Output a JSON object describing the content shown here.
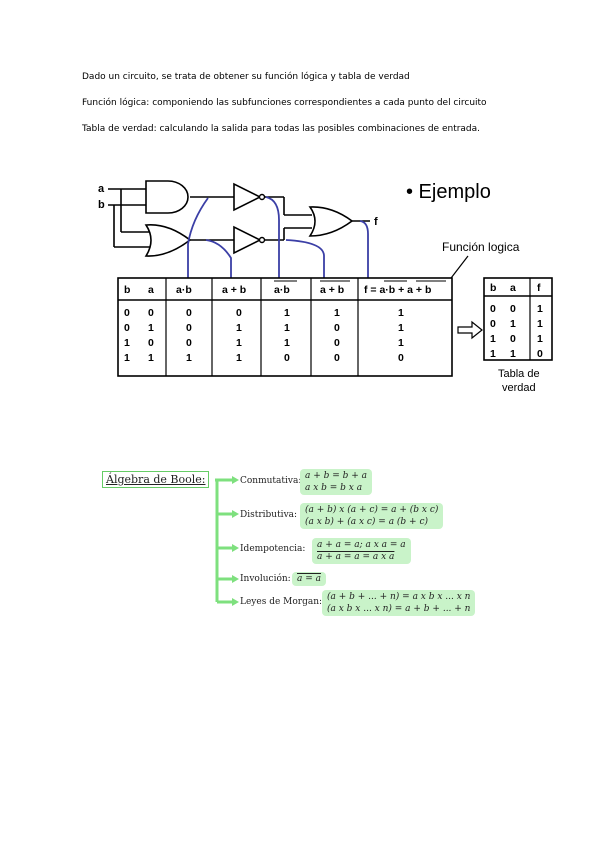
{
  "paragraphs": {
    "p1": "Dado un circuito, se trata de obtener su función lógica y tabla de verdad",
    "p2": "Función lógica: componiendo las subfunciones correspondientes a cada punto del circuito",
    "p3": "Tabla de verdad: calculando la salida para todas las posibles combinaciones de entrada."
  },
  "figure": {
    "inputs": [
      "a",
      "b"
    ],
    "output": "f",
    "ejemplo": "• Ejemplo",
    "funcion_logica": "Función logica",
    "table_headers": [
      "b",
      "a",
      "a·b",
      "a + b",
      "a·b",
      "a + b",
      "f = a·b + a + b"
    ],
    "table_rows": [
      [
        "0",
        "0",
        "0",
        "0",
        "1",
        "1",
        "1"
      ],
      [
        "0",
        "1",
        "0",
        "1",
        "1",
        "0",
        "1"
      ],
      [
        "1",
        "0",
        "0",
        "1",
        "1",
        "0",
        "1"
      ],
      [
        "1",
        "1",
        "1",
        "1",
        "0",
        "0",
        "0"
      ]
    ],
    "truth_headers": [
      "b",
      "a",
      "f"
    ],
    "truth_rows": [
      [
        "0",
        "0",
        "1"
      ],
      [
        "0",
        "1",
        "1"
      ],
      [
        "1",
        "0",
        "1"
      ],
      [
        "1",
        "1",
        "0"
      ]
    ],
    "tabla_label_1": "Tabla de",
    "tabla_label_2": "verdad"
  },
  "boole": {
    "title": "Álgebra de Boole:",
    "items": [
      {
        "label": "Conmutativa:",
        "lines": [
          "a + b = b + a",
          "a x b = b x a"
        ]
      },
      {
        "label": "Distributiva:",
        "lines": [
          "(a + b) x (a + c) = a + (b x c)",
          "(a x b) + (a x c) = a (b + c)"
        ]
      },
      {
        "label": "Idempotencia:",
        "lines": [
          "a + a = a;   a x a = a",
          "a + a = a = a x a"
        ]
      },
      {
        "label": "Involución:",
        "lines": [
          "a = a"
        ]
      },
      {
        "label": "Leyes de Morgan:",
        "lines": [
          "(a + b + ... + n) = a x b x ... x n",
          "(a x b x ... x n) = a + b + ... + n"
        ]
      }
    ]
  }
}
